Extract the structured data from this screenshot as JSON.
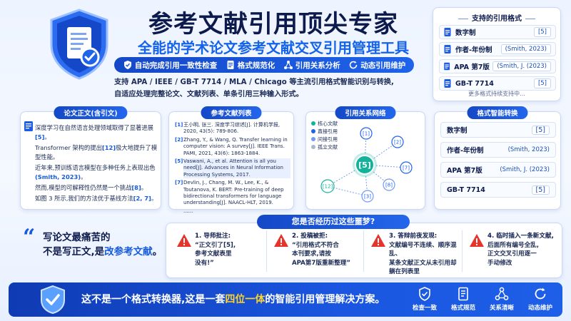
{
  "header": {
    "title": "参考文献引用顶尖专家",
    "subtitle": "全能的学术论文参考文献交叉引用管理工具",
    "features": [
      {
        "icon": "shield-check-icon",
        "label": "自动完成引用一致性检查"
      },
      {
        "icon": "document-icon",
        "label": "格式规范化"
      },
      {
        "icon": "network-icon",
        "label": "引用关系分析"
      },
      {
        "icon": "refresh-icon",
        "label": "动态引用维护"
      }
    ],
    "description": [
      "支持 APA / IEEE / GB-T 7714 / MLA / Chicago 等主流引用格式智能识别与转换,",
      "自适应处理完整论文、文献列表、单条引用三种输入形式。"
    ]
  },
  "formats_panel": {
    "title": "支持的引用格式",
    "items": [
      {
        "name": "数字制",
        "example": "[5]"
      },
      {
        "name": "作者-年份制",
        "example": "(Smith, 2023)"
      },
      {
        "name": "APA 第7版",
        "example": "(Smith, J. (2023)"
      },
      {
        "name": "GB-T 7714",
        "example": "[5]"
      }
    ],
    "more": "更多格式持续支持中..."
  },
  "body_panel": {
    "title": "论文正文(含引文)",
    "paragraphs": [
      [
        {
          "t": "深度学习在自然语言处理领域取得了显著进展"
        },
        {
          "t": "[5]",
          "c": true
        },
        {
          "t": "。"
        }
      ],
      [
        {
          "t": "Transformer 架构的提出"
        },
        {
          "t": "[12]",
          "c": true
        },
        {
          "t": "极大地提升了模型性能。"
        }
      ],
      [
        {
          "t": "近年来,预训练语言模型在多种任务上表现出色"
        },
        {
          "t": "(Smith, 2023)",
          "c": true
        },
        {
          "t": "。"
        }
      ],
      [
        {
          "t": "然而,模型的可解释性仍然是一个挑战"
        },
        {
          "t": "[8]",
          "c": true
        },
        {
          "t": "。"
        }
      ],
      [
        {
          "t": "如图 3 所示,我们的方法优于基线方法"
        },
        {
          "t": "[2, 7]",
          "c": true
        },
        {
          "t": "。"
        }
      ]
    ]
  },
  "ref_panel": {
    "title": "参考文献列表",
    "items": [
      {
        "n": "[1]",
        "text": "王小明, 张三. 深度学习综述[J]. 计算机学报, 2020, 43(5): 789-806."
      },
      {
        "n": "[2]",
        "text": "Zhang, Y., & Wang, Q. Transfer learning in computer vision: A survey[J]. IEEE Trans. PAMI, 2021, 43(6): 1863-1884."
      },
      {
        "n": "[5]",
        "text": "Vaswani, A., et al. Attention is all you need[J]. Advances in Neural Information Processing Systems, 2017."
      },
      {
        "n": "[7]",
        "text": "Devlin, J., Chang, M. W., Lee, K., & Toutanova, K. BERT: Pre-training of deep bidirectional transformers for language understanding[J]. NAACL-HLT, 2019."
      },
      {
        "n": "",
        "text": "......"
      }
    ]
  },
  "network_panel": {
    "title": "引用关系网络",
    "legend": [
      {
        "label": "核心文献",
        "color": "#12b39a"
      },
      {
        "label": "直接引用",
        "color": "#1e63e8"
      },
      {
        "label": "间接引用",
        "color": "#6f9bf2"
      },
      {
        "label": "孤立文献",
        "color": "#a9b6cc"
      }
    ],
    "center": "[5]",
    "nodes": [
      "[1]",
      "[2]",
      "[7]",
      "[8]",
      "[3]",
      "[12]"
    ]
  },
  "format_convert_panel": {
    "title": "格式智能转换",
    "items": [
      {
        "name": "数字制",
        "example": "[5]",
        "boxed": true
      },
      {
        "name": "作者-年份制",
        "example": "(Smith, 2023)",
        "boxed": false
      },
      {
        "name": "APA 第7版",
        "example": "(Smith, J. (2023)",
        "boxed": false
      },
      {
        "name": "GB-T 7714",
        "example": "[5]",
        "boxed": true
      }
    ]
  },
  "pain": {
    "banner": "您是否经历过这些噩梦?",
    "quote_line1": "写论文最痛苦的",
    "quote_line2_a": "不是写正文,是",
    "quote_line2_b": "改参考文献",
    "quote_line2_c": "。",
    "cards": [
      {
        "title": "1. 导师批注:",
        "lines": [
          "“正文引了[5],",
          "参考文献表里",
          "没有!”"
        ]
      },
      {
        "title": "2. 投稿被拒:",
        "lines": [
          "“引用格式不符合",
          "本刊要求,请按",
          "APA第7版重新整理”"
        ]
      },
      {
        "title": "3. 答辩前夜发现:",
        "lines": [
          "文献编号不连续、顺序混乱、",
          "某条文献正文从未引用却",
          "躺在列表里"
        ]
      },
      {
        "title": "4. 临时插入一条新文献,",
        "lines": [
          "后面所有编号全乱,",
          "正文交叉引用逐一",
          "手动修改"
        ]
      }
    ]
  },
  "bottom": {
    "text_a": "这不是一个格式转换器,这是一套",
    "text_hl": "四位一体",
    "text_b": "的智能引用管理解决方案。",
    "items": [
      {
        "icon": "shield-check-icon",
        "label": "检查一致"
      },
      {
        "icon": "document-icon",
        "label": "格式规范"
      },
      {
        "icon": "network-icon",
        "label": "关系清晰"
      },
      {
        "icon": "refresh-icon",
        "label": "动态维护"
      }
    ]
  }
}
